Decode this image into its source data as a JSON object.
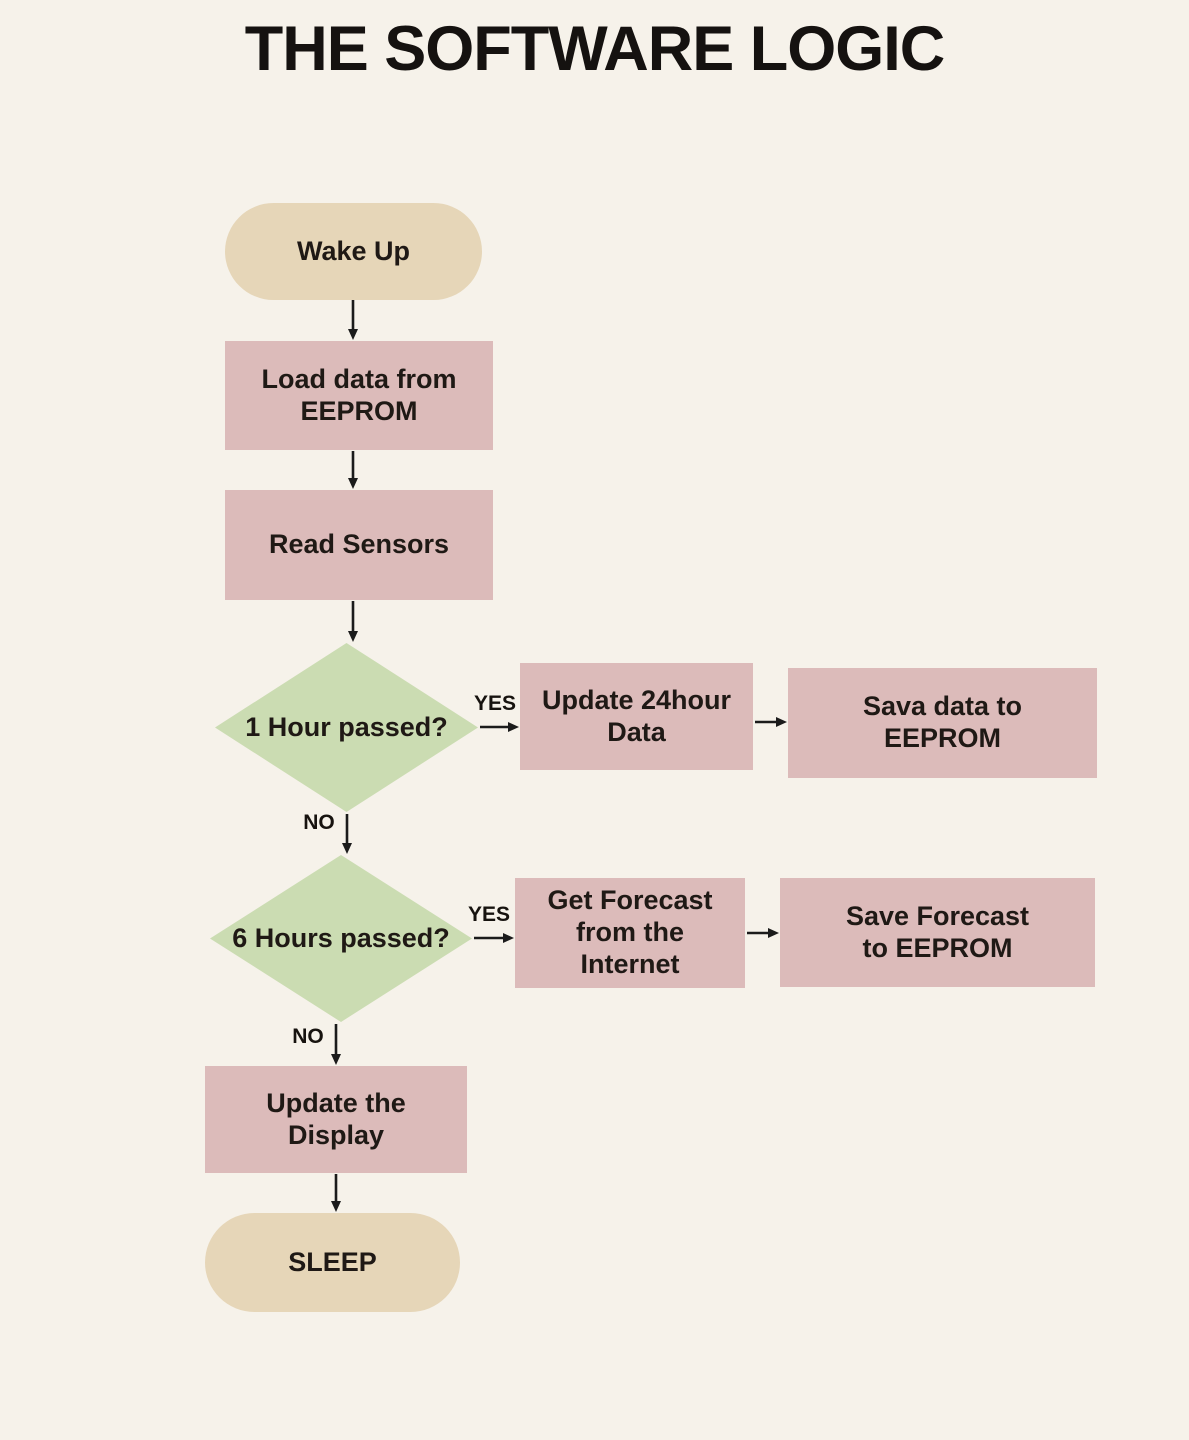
{
  "flowchart": {
    "title": "THE SOFTWARE LOGIC",
    "nodes": [
      {
        "id": "wake-up",
        "type": "terminal",
        "label": "Wake Up"
      },
      {
        "id": "load-eeprom",
        "type": "process",
        "label": "Load data from\nEEPROM"
      },
      {
        "id": "read-sensors",
        "type": "process",
        "label": "Read Sensors"
      },
      {
        "id": "hour-passed",
        "type": "decision",
        "label": "1 Hour passed?"
      },
      {
        "id": "update-24h",
        "type": "process",
        "label": "Update 24hour\nData"
      },
      {
        "id": "save-data",
        "type": "process",
        "label": "Sava data to\nEEPROM"
      },
      {
        "id": "six-hours",
        "type": "decision",
        "label": "6 Hours passed?"
      },
      {
        "id": "get-forecast",
        "type": "process",
        "label": "Get Forecast\nfrom the\nInternet"
      },
      {
        "id": "save-forecast",
        "type": "process",
        "label": "Save Forecast\nto EEPROM"
      },
      {
        "id": "update-display",
        "type": "process",
        "label": "Update the\nDisplay"
      },
      {
        "id": "sleep",
        "type": "terminal",
        "label": "SLEEP"
      }
    ],
    "edges": [
      {
        "from": "wake-up",
        "to": "load-eeprom",
        "label": ""
      },
      {
        "from": "load-eeprom",
        "to": "read-sensors",
        "label": ""
      },
      {
        "from": "read-sensors",
        "to": "hour-passed",
        "label": ""
      },
      {
        "from": "hour-passed",
        "to": "update-24h",
        "label": "YES"
      },
      {
        "from": "update-24h",
        "to": "save-data",
        "label": ""
      },
      {
        "from": "hour-passed",
        "to": "six-hours",
        "label": "NO"
      },
      {
        "from": "six-hours",
        "to": "get-forecast",
        "label": "YES"
      },
      {
        "from": "get-forecast",
        "to": "save-forecast",
        "label": ""
      },
      {
        "from": "six-hours",
        "to": "update-display",
        "label": "NO"
      },
      {
        "from": "update-display",
        "to": "sleep",
        "label": ""
      }
    ],
    "colors": {
      "background": "#f6f2ea",
      "process_fill": "#dcbbba",
      "terminal_fill": "#e6d6b8",
      "decision_fill": "#cbdcb2",
      "arrow": "#1b1b1b",
      "text": "#1f1915"
    }
  }
}
